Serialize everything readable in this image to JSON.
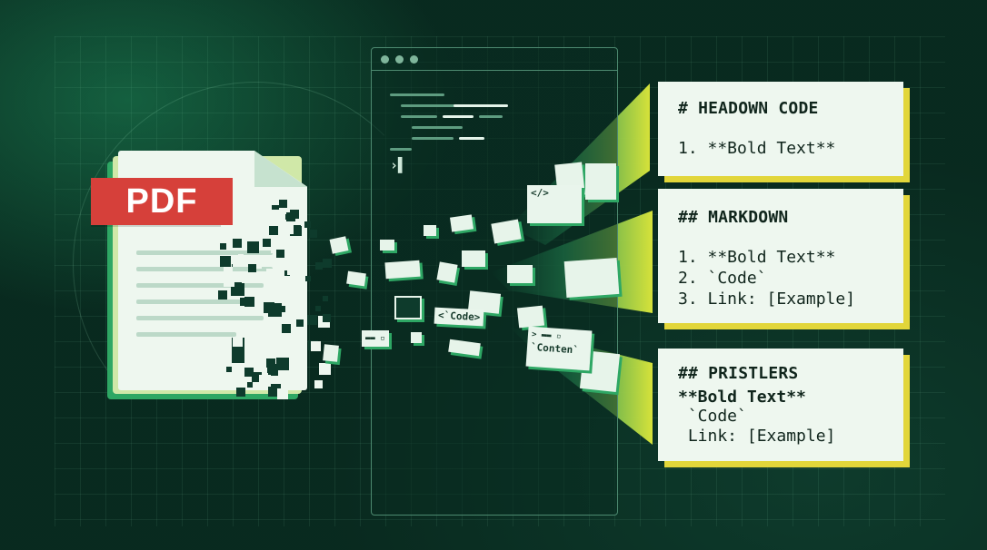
{
  "document": {
    "label": "PDF"
  },
  "terminal": {
    "prompt": "›▌"
  },
  "fragments": {
    "tag_icon": "</>",
    "code_chip": "<`Code>",
    "prompt_chip": "> ▬▬ ▫",
    "content_chip": "`Conten`",
    "dash_chip": "▬▬ ▫"
  },
  "cards": [
    {
      "heading": "# HEADOWN CODE",
      "lines": [
        "1. **Bold Text**"
      ]
    },
    {
      "heading": "## MARKDOWN",
      "lines": [
        "1. **Bold Text**",
        "2. `Code`",
        "3. Link: [Example]"
      ]
    },
    {
      "heading": "## PRISTLERS",
      "lines": [
        "**Bold Text**",
        " `Code`",
        " Link: [Example]"
      ]
    }
  ],
  "colors": {
    "background": "#0e3b2c",
    "accent_green": "#2ea764",
    "accent_yellow": "#e2d63a",
    "pdf_red": "#d6403a",
    "paper": "#eef7ef"
  }
}
